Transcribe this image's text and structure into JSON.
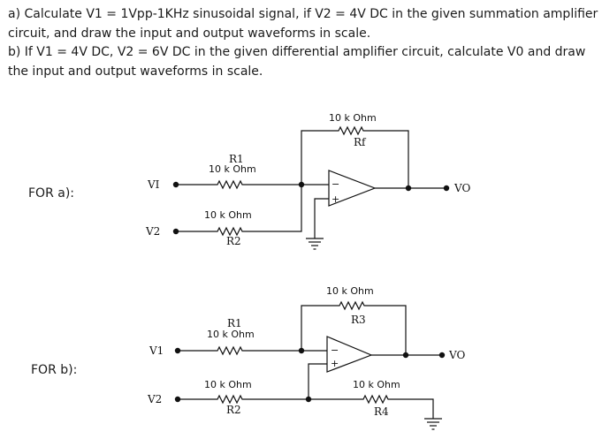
{
  "question": {
    "line_a": "a) Calculate V1 = 1Vpp-1KHz sinusoidal signal, if V2 = 4V DC in the given summation amplifier circuit, and draw the input and output waveforms in scale.",
    "line_b": "b) If V1 = 4V DC, V2 = 6V DC in the given differential amplifier circuit, calculate V0 and draw the input and output waveforms in scale."
  },
  "circuit_a": {
    "label": "FOR a):",
    "rf_value": "10 k Ohm",
    "rf_name": "Rf",
    "r1_name": "R1",
    "r1_value": "10 k Ohm",
    "r2_value": "10 k Ohm",
    "r2_name": "R2",
    "v1": "VI",
    "v2": "V2",
    "vo": "VO",
    "minus": "−",
    "plus": "+"
  },
  "circuit_b": {
    "label": "FOR b):",
    "r3_value": "10 k Ohm",
    "r3_name": "R3",
    "r1_name": "R1",
    "r1_value": "10 k Ohm",
    "r2_value": "10 k Ohm",
    "r2_name": "R2",
    "r4_value": "10 k Ohm",
    "r4_name": "R4",
    "v1": "V1",
    "v2": "V2",
    "vo": "VO",
    "minus": "−",
    "plus": "+"
  }
}
